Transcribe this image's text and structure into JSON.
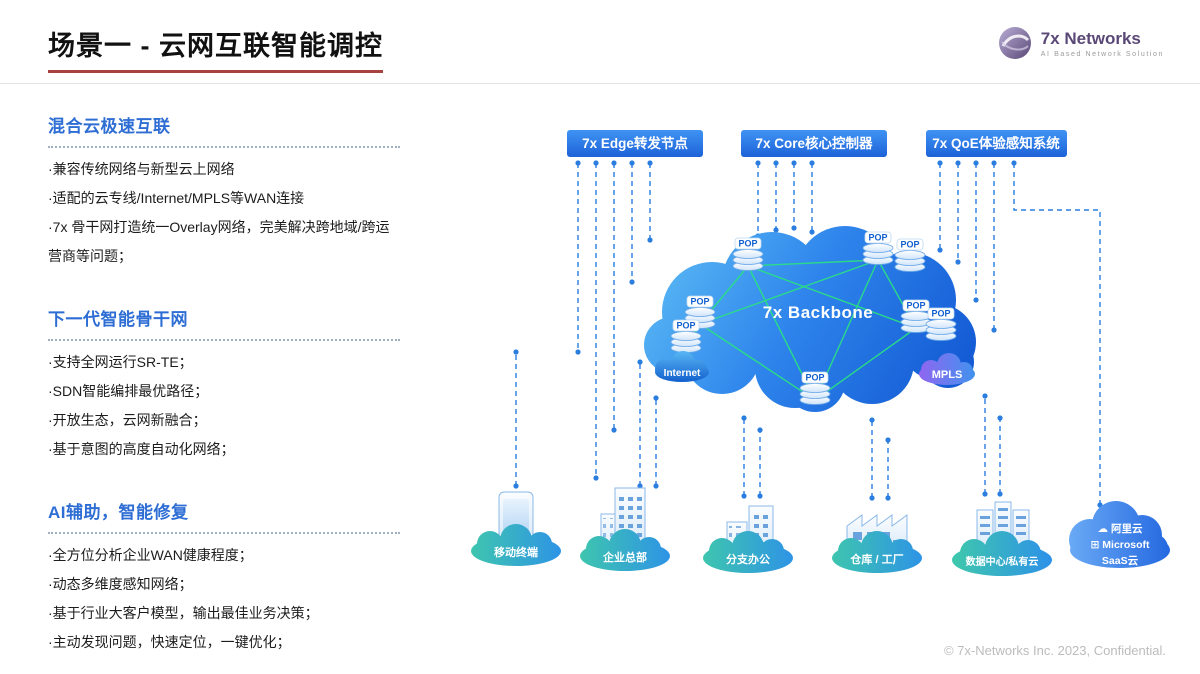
{
  "header": {
    "title": "场景一 - 云网互联智能调控",
    "logo_brand": "7x Networks",
    "logo_tagline": "AI Based Network Solution"
  },
  "panel": {
    "sections": [
      {
        "heading": "混合云极速互联",
        "bullets": [
          "·兼容传统网络与新型云上网络",
          "·适配的云专线/Internet/MPLS等WAN连接",
          "·7x 骨干网打造统一Overlay网络，完美解决跨地域/跨运营商等问题；"
        ]
      },
      {
        "heading": "下一代智能骨干网",
        "bullets": [
          "·支持全网运行SR-TE；",
          "·SDN智能编排最优路径；",
          "·开放生态，云网新融合；",
          "·基于意图的高度自动化网络；"
        ]
      },
      {
        "heading": "AI辅助，智能修复",
        "bullets": [
          "·全方位分析企业WAN健康程度；",
          "·动态多维度感知网络；",
          "·基于行业大客户模型，输出最佳业务决策；",
          "·主动发现问题，快速定位，一键优化；"
        ]
      }
    ]
  },
  "diagram": {
    "controllers": [
      {
        "label": "7x Edge转发节点"
      },
      {
        "label": "7x Core核心控制器"
      },
      {
        "label": "7x QoE体验感知系统"
      }
    ],
    "backbone": "7x Backbone",
    "pop": "POP",
    "internet": "Internet",
    "mpls": "MPLS",
    "sites": [
      {
        "label": "移动终端"
      },
      {
        "label": "企业总部"
      },
      {
        "label": "分支办公"
      },
      {
        "label": "仓库 / 工厂"
      },
      {
        "label": "数据中心/私有云"
      }
    ],
    "cloud_services": [
      {
        "label": "阿里云"
      },
      {
        "label": "Microsoft"
      },
      {
        "label": "SaaS云"
      }
    ]
  },
  "icons": {
    "alicloud": "☁",
    "microsoft": "⊞"
  },
  "footer": {
    "copyright": "© 7x-Networks Inc. 2023, Confidential."
  },
  "colors": {
    "heading_blue": "#2e6ed4",
    "title_underline_red": "#a8423e",
    "link_blue": "#2b7de0",
    "mesh_green": "#2ade85",
    "cloud_blue_top": "#5cbcf4",
    "cloud_blue_bottom": "#1157d2",
    "site_cloud_teal": "#3ec6ae",
    "site_cloud_blue": "#2e93e6"
  }
}
